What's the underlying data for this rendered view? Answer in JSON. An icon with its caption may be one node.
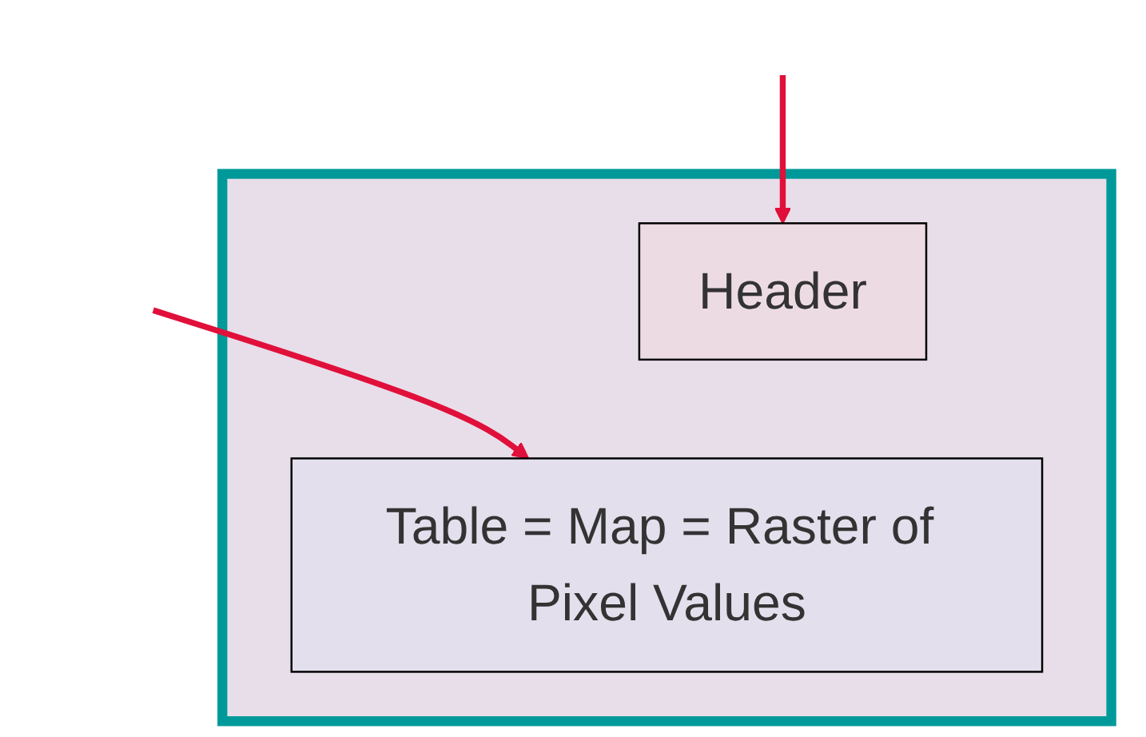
{
  "diagram": {
    "nodes": [
      {
        "text": [],
        "shape": "box"
      },
      {
        "text": [
          "Header"
        ],
        "in": 0
      },
      {
        "text": [
          "Table = Map = Raster of Pixel Values"
        ],
        "in": 0
      }
    ],
    "edges": [
      {
        "from": null,
        "to": 1,
        "arrow": "to",
        "color": "#e0103a"
      },
      {
        "from": null,
        "to": 2,
        "arrow": "to",
        "color": "#e0103a"
      }
    ]
  }
}
